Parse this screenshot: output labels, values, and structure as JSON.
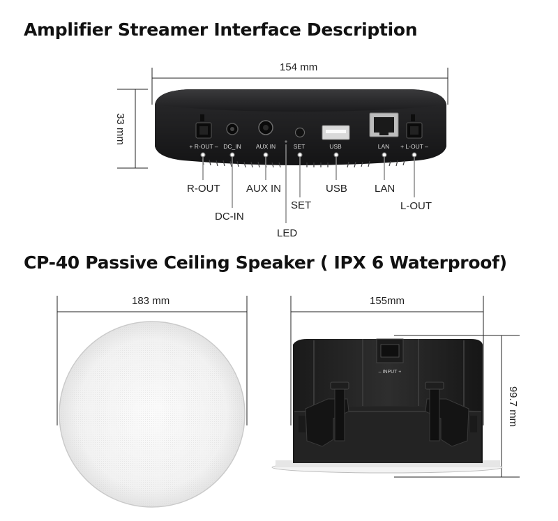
{
  "section1": {
    "title": "Amplifier Streamer Interface Description",
    "width_label": "154 mm",
    "height_label": "33 mm",
    "panel_labels": {
      "rout": "+ R-OUT –",
      "dcin": "DC_IN",
      "auxin": "AUX IN",
      "set": "SET",
      "usb": "USB",
      "lan": "LAN",
      "lout": "+ L-OUT –"
    },
    "callouts": {
      "rout": "R-OUT",
      "dcin": "DC-IN",
      "auxin": "AUX IN",
      "led": "LED",
      "set": "SET",
      "usb": "USB",
      "lan": "LAN",
      "lout": "L-OUT"
    }
  },
  "section2": {
    "title": "CP-40 Passive Ceiling Speaker ( IPX 6 Waterproof)",
    "grille_width_label": "183 mm",
    "body_width_label": "155mm",
    "body_height_label": "99.7 mm",
    "input_label": "– INPUT +"
  }
}
